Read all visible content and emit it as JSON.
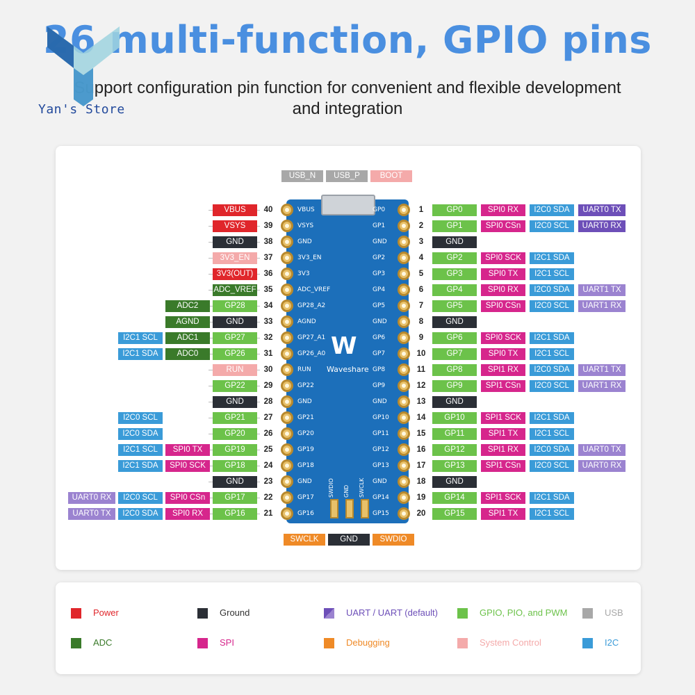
{
  "header": {
    "title": "26 multi-function, GPIO pins",
    "subtitle_line1": "Support configuration pin function for convenient and flexible development",
    "subtitle_line2": "and integration",
    "store": "Yan's Store"
  },
  "board": {
    "brand": "Waveshare",
    "top_labels": [
      {
        "text": "USB_N",
        "type": "usb"
      },
      {
        "text": "USB_P",
        "type": "usb"
      },
      {
        "text": "BOOT",
        "type": "sys"
      }
    ],
    "bottom_labels": [
      {
        "text": "SWCLK",
        "type": "debug"
      },
      {
        "text": "GND",
        "type": "gnd"
      },
      {
        "text": "SWDIO",
        "type": "debug"
      }
    ],
    "bottom_pads": [
      "SWDIO",
      "GND",
      "SWCLK"
    ]
  },
  "colors": {
    "power": "#e0262b",
    "gnd": "#2b2f36",
    "adc": "#3a7a2a",
    "gpio": "#6cc24a",
    "spi": "#d6268c",
    "i2c": "#3a9bd8",
    "uart": "#6d4fb8",
    "uartd": "#9b83d0",
    "debug": "#ef8a27",
    "sys": "#f4aaaa",
    "usb": "#a8a8a8"
  },
  "left_pins": [
    {
      "num": "40",
      "board": "VBUS",
      "labels": [
        {
          "t": "VBUS",
          "c": "power"
        }
      ]
    },
    {
      "num": "39",
      "board": "VSYS",
      "labels": [
        {
          "t": "VSYS",
          "c": "power"
        }
      ]
    },
    {
      "num": "38",
      "board": "GND",
      "labels": [
        {
          "t": "GND",
          "c": "gnd"
        }
      ]
    },
    {
      "num": "37",
      "board": "3V3_EN",
      "labels": [
        {
          "t": "3V3_EN",
          "c": "sys"
        }
      ]
    },
    {
      "num": "36",
      "board": "3V3",
      "labels": [
        {
          "t": "3V3(OUT)",
          "c": "power"
        }
      ]
    },
    {
      "num": "35",
      "board": "ADC_VREF",
      "labels": [
        {
          "t": "ADC_VREF",
          "c": "adc"
        }
      ]
    },
    {
      "num": "34",
      "board": "GP28_A2",
      "labels": [
        {
          "t": "GP28",
          "c": "gpio"
        },
        {
          "t": "ADC2",
          "c": "adc"
        }
      ]
    },
    {
      "num": "33",
      "board": "AGND",
      "labels": [
        {
          "t": "GND",
          "c": "gnd"
        },
        {
          "t": "AGND",
          "c": "adc"
        }
      ]
    },
    {
      "num": "32",
      "board": "GP27_A1",
      "labels": [
        {
          "t": "GP27",
          "c": "gpio"
        },
        {
          "t": "ADC1",
          "c": "adc"
        },
        {
          "t": "I2C1 SCL",
          "c": "i2c"
        }
      ]
    },
    {
      "num": "31",
      "board": "GP26_A0",
      "labels": [
        {
          "t": "GP26",
          "c": "gpio"
        },
        {
          "t": "ADC0",
          "c": "adc"
        },
        {
          "t": "I2C1 SDA",
          "c": "i2c"
        }
      ]
    },
    {
      "num": "30",
      "board": "RUN",
      "labels": [
        {
          "t": "RUN",
          "c": "sys"
        }
      ]
    },
    {
      "num": "29",
      "board": "GP22",
      "labels": [
        {
          "t": "GP22",
          "c": "gpio"
        }
      ]
    },
    {
      "num": "28",
      "board": "GND",
      "labels": [
        {
          "t": "GND",
          "c": "gnd"
        }
      ]
    },
    {
      "num": "27",
      "board": "GP21",
      "labels": [
        {
          "t": "GP21",
          "c": "gpio"
        },
        {
          "t": "",
          "c": "none"
        },
        {
          "t": "I2C0 SCL",
          "c": "i2c"
        }
      ]
    },
    {
      "num": "26",
      "board": "GP20",
      "labels": [
        {
          "t": "GP20",
          "c": "gpio"
        },
        {
          "t": "",
          "c": "none"
        },
        {
          "t": "I2C0 SDA",
          "c": "i2c"
        }
      ]
    },
    {
      "num": "25",
      "board": "GP19",
      "labels": [
        {
          "t": "GP19",
          "c": "gpio"
        },
        {
          "t": "SPI0 TX",
          "c": "spi"
        },
        {
          "t": "I2C1 SCL",
          "c": "i2c"
        }
      ]
    },
    {
      "num": "24",
      "board": "GP18",
      "labels": [
        {
          "t": "GP18",
          "c": "gpio"
        },
        {
          "t": "SPI0 SCK",
          "c": "spi"
        },
        {
          "t": "I2C1 SDA",
          "c": "i2c"
        }
      ]
    },
    {
      "num": "23",
      "board": "GND",
      "labels": [
        {
          "t": "GND",
          "c": "gnd"
        }
      ]
    },
    {
      "num": "22",
      "board": "GP17",
      "labels": [
        {
          "t": "GP17",
          "c": "gpio"
        },
        {
          "t": "SPI0 CSn",
          "c": "spi"
        },
        {
          "t": "I2C0 SCL",
          "c": "i2c"
        },
        {
          "t": "UART0 RX",
          "c": "uartd"
        }
      ]
    },
    {
      "num": "21",
      "board": "GP16",
      "labels": [
        {
          "t": "GP16",
          "c": "gpio"
        },
        {
          "t": "SPI0 RX",
          "c": "spi"
        },
        {
          "t": "I2C0 SDA",
          "c": "i2c"
        },
        {
          "t": "UART0 TX",
          "c": "uartd"
        }
      ]
    }
  ],
  "right_pins": [
    {
      "num": "1",
      "board": "GP0",
      "labels": [
        {
          "t": "GP0",
          "c": "gpio"
        },
        {
          "t": "SPI0 RX",
          "c": "spi"
        },
        {
          "t": "I2C0 SDA",
          "c": "i2c"
        },
        {
          "t": "UART0 TX",
          "c": "uart"
        }
      ]
    },
    {
      "num": "2",
      "board": "GP1",
      "labels": [
        {
          "t": "GP1",
          "c": "gpio"
        },
        {
          "t": "SPI0 CSn",
          "c": "spi"
        },
        {
          "t": "I2C0 SCL",
          "c": "i2c"
        },
        {
          "t": "UART0 RX",
          "c": "uart"
        }
      ]
    },
    {
      "num": "3",
      "board": "GND",
      "labels": [
        {
          "t": "GND",
          "c": "gnd"
        }
      ]
    },
    {
      "num": "4",
      "board": "GP2",
      "labels": [
        {
          "t": "GP2",
          "c": "gpio"
        },
        {
          "t": "SPI0 SCK",
          "c": "spi"
        },
        {
          "t": "I2C1 SDA",
          "c": "i2c"
        }
      ]
    },
    {
      "num": "5",
      "board": "GP3",
      "labels": [
        {
          "t": "GP3",
          "c": "gpio"
        },
        {
          "t": "SPI0 TX",
          "c": "spi"
        },
        {
          "t": "I2C1 SCL",
          "c": "i2c"
        }
      ]
    },
    {
      "num": "6",
      "board": "GP4",
      "labels": [
        {
          "t": "GP4",
          "c": "gpio"
        },
        {
          "t": "SPI0 RX",
          "c": "spi"
        },
        {
          "t": "I2C0 SDA",
          "c": "i2c"
        },
        {
          "t": "UART1 TX",
          "c": "uartd"
        }
      ]
    },
    {
      "num": "7",
      "board": "GP5",
      "labels": [
        {
          "t": "GP5",
          "c": "gpio"
        },
        {
          "t": "SPI0 CSn",
          "c": "spi"
        },
        {
          "t": "I2C0 SCL",
          "c": "i2c"
        },
        {
          "t": "UART1 RX",
          "c": "uartd"
        }
      ]
    },
    {
      "num": "8",
      "board": "GND",
      "labels": [
        {
          "t": "GND",
          "c": "gnd"
        }
      ]
    },
    {
      "num": "9",
      "board": "GP6",
      "labels": [
        {
          "t": "GP6",
          "c": "gpio"
        },
        {
          "t": "SPI0 SCK",
          "c": "spi"
        },
        {
          "t": "I2C1 SDA",
          "c": "i2c"
        }
      ]
    },
    {
      "num": "10",
      "board": "GP7",
      "labels": [
        {
          "t": "GP7",
          "c": "gpio"
        },
        {
          "t": "SPI0 TX",
          "c": "spi"
        },
        {
          "t": "I2C1 SCL",
          "c": "i2c"
        }
      ]
    },
    {
      "num": "11",
      "board": "GP8",
      "labels": [
        {
          "t": "GP8",
          "c": "gpio"
        },
        {
          "t": "SPI1 RX",
          "c": "spi"
        },
        {
          "t": "I2C0 SDA",
          "c": "i2c"
        },
        {
          "t": "UART1 TX",
          "c": "uartd"
        }
      ]
    },
    {
      "num": "12",
      "board": "GP9",
      "labels": [
        {
          "t": "GP9",
          "c": "gpio"
        },
        {
          "t": "SPI1 CSn",
          "c": "spi"
        },
        {
          "t": "I2C0 SCL",
          "c": "i2c"
        },
        {
          "t": "UART1 RX",
          "c": "uartd"
        }
      ]
    },
    {
      "num": "13",
      "board": "GND",
      "labels": [
        {
          "t": "GND",
          "c": "gnd"
        }
      ]
    },
    {
      "num": "14",
      "board": "GP10",
      "labels": [
        {
          "t": "GP10",
          "c": "gpio"
        },
        {
          "t": "SPI1 SCK",
          "c": "spi"
        },
        {
          "t": "I2C1 SDA",
          "c": "i2c"
        }
      ]
    },
    {
      "num": "15",
      "board": "GP11",
      "labels": [
        {
          "t": "GP11",
          "c": "gpio"
        },
        {
          "t": "SPI1 TX",
          "c": "spi"
        },
        {
          "t": "I2C1 SCL",
          "c": "i2c"
        }
      ]
    },
    {
      "num": "16",
      "board": "GP12",
      "labels": [
        {
          "t": "GP12",
          "c": "gpio"
        },
        {
          "t": "SPI1 RX",
          "c": "spi"
        },
        {
          "t": "I2C0 SDA",
          "c": "i2c"
        },
        {
          "t": "UART0 TX",
          "c": "uartd"
        }
      ]
    },
    {
      "num": "17",
      "board": "GP13",
      "labels": [
        {
          "t": "GP13",
          "c": "gpio"
        },
        {
          "t": "SPI1 CSn",
          "c": "spi"
        },
        {
          "t": "I2C0 SCL",
          "c": "i2c"
        },
        {
          "t": "UART0 RX",
          "c": "uartd"
        }
      ]
    },
    {
      "num": "18",
      "board": "GND",
      "labels": [
        {
          "t": "GND",
          "c": "gnd"
        }
      ]
    },
    {
      "num": "19",
      "board": "GP14",
      "labels": [
        {
          "t": "GP14",
          "c": "gpio"
        },
        {
          "t": "SPI1 SCK",
          "c": "spi"
        },
        {
          "t": "I2C1 SDA",
          "c": "i2c"
        }
      ]
    },
    {
      "num": "20",
      "board": "GP15",
      "labels": [
        {
          "t": "GP15",
          "c": "gpio"
        },
        {
          "t": "SPI1 TX",
          "c": "spi"
        },
        {
          "t": "I2C1 SCL",
          "c": "i2c"
        }
      ]
    }
  ],
  "legend": [
    {
      "text": "Power",
      "c": "power"
    },
    {
      "text": "Ground",
      "c": "gnd"
    },
    {
      "text": "UART / UART (default)",
      "c": "uart"
    },
    {
      "text": "GPIO, PIO, and PWM",
      "c": "gpio"
    },
    {
      "text": "USB",
      "c": "usb"
    },
    {
      "text": "ADC",
      "c": "adc"
    },
    {
      "text": "SPI",
      "c": "spi"
    },
    {
      "text": "Debugging",
      "c": "debug"
    },
    {
      "text": "System Control",
      "c": "sys"
    },
    {
      "text": "I2C",
      "c": "i2c"
    }
  ]
}
